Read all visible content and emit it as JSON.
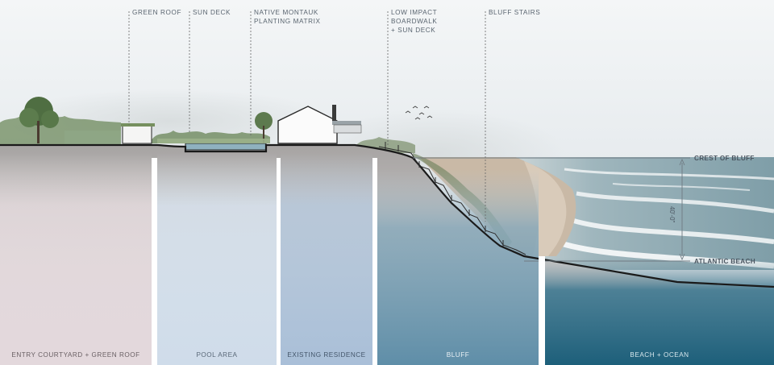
{
  "callouts": {
    "green_roof": "GREEN ROOF",
    "sun_deck": "SUN DECK",
    "native_planting": "NATIVE MONTAUK\nPLANTING MATRIX",
    "boardwalk": "LOW IMPACT\nBOARDWALK\n+ SUN DECK",
    "bluff_stairs": "BLUFF STAIRS"
  },
  "elevations": {
    "crest": "CREST OF BLUFF",
    "beach": "ATLANTIC BEACH",
    "height": "40'-0\""
  },
  "zones": [
    {
      "label": "ENTRY COURTYARD + GREEN ROOF",
      "color": "#e3d8dc"
    },
    {
      "label": "POOL AREA",
      "color": "#cfdcea"
    },
    {
      "label": "EXISTING RESIDENCE",
      "color": "#a9bfd8"
    },
    {
      "label": "BLUFF",
      "color": "#5f8ea8"
    },
    {
      "label": "BEACH + OCEAN",
      "color": "#1d5f7a"
    }
  ],
  "colors": {
    "sky": "#e4e9ed",
    "ground_line": "#1a1a1a",
    "vegetation": "#5d7a4e",
    "ocean": "#8fa9b2"
  }
}
